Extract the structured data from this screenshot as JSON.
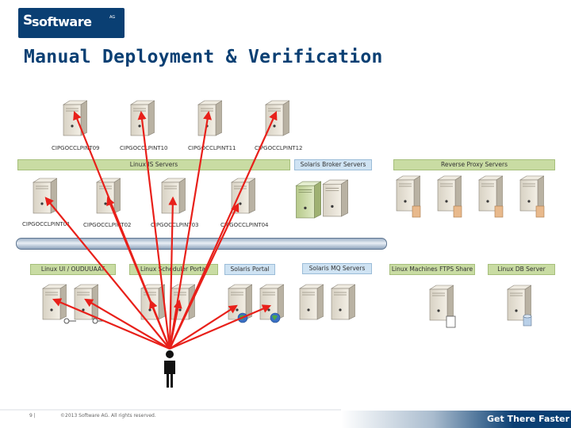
{
  "header": {
    "logo_text": "software",
    "logo_suffix": "AG",
    "title": "Manual Deployment & Verification"
  },
  "servers_top": [
    "CIPGOCCLPINT09",
    "CIPGOCCLPINT10",
    "CIPGOCCLPINT11",
    "CIPGOCCLPINT12"
  ],
  "bands_row1": {
    "linux_is": "Linux IS Servers",
    "solaris_broker": "Solaris Broker Servers",
    "reverse_proxy": "Reverse Proxy Servers"
  },
  "servers_mid": [
    "CIPGOCCLPINT01",
    "CIPGOCCLPINT02",
    "CIPGOCCLPINT03",
    "CIPGOCCLPINT04"
  ],
  "bands_row2": {
    "linux_ui": "Linux UI / OUDUUAAT",
    "linux_scheduler": "Linux Scheduler Portal",
    "solaris_portal": "Solaris Portal",
    "solaris_mq": "Solaris MQ Servers",
    "linux_ftp": "Linux Machines FTPS Share",
    "linux_db": "Linux DB Server"
  },
  "footer": {
    "page": "9  |",
    "copyright": "©2013 Software AG. All rights reserved.",
    "tagline": "Get There Faster"
  },
  "colors": {
    "brand": "#0a3f73",
    "green_band": "#c9dca3",
    "blue_band": "#cfe3f3",
    "arrow": "#e8201a"
  },
  "icons": [
    "server-icon",
    "person-icon",
    "globe-icon",
    "key-icon",
    "database-icon",
    "folder-icon"
  ]
}
